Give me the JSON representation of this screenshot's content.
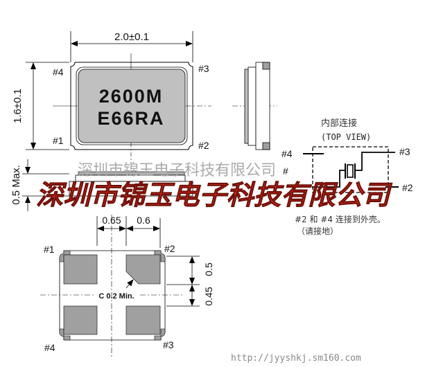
{
  "top_view": {
    "width_dim": "2.0±0.1",
    "height_dim": "1.6±0.1",
    "marking_line1": "2600M",
    "marking_line2": "E66RA",
    "pins": {
      "p1": "#1",
      "p2": "#2",
      "p3": "#3",
      "p4": "#4"
    }
  },
  "side_view": {
    "height_dim": "0.5 Max."
  },
  "internal_connection": {
    "title": "内部连接",
    "subtitle": "(TOP VIEW)",
    "pin4": "#4",
    "pin3": "#3",
    "pin2": "#2",
    "pin_hidden": "#",
    "note_line1": "#2 和 #4 连接到外壳。",
    "note_line2": "（请接地）"
  },
  "footprint": {
    "dim_a": "0.65",
    "dim_b": "0.6",
    "dim_c": "0.5",
    "dim_d": "0.45",
    "chamfer_note": "C 0.2 Min.",
    "pins": {
      "p1": "#1",
      "p2": "#2",
      "p3": "#3",
      "p4": "#4"
    }
  },
  "watermark": {
    "company": "深圳市锦玉电子科技有限公司",
    "company_ghost": "深圳市锦玉电子科技有限公司",
    "url": "http://jyyshkj.sm160.com"
  },
  "colors": {
    "pad_gray": "#a0a0a0",
    "lid_gray": "#c0c0c0",
    "watermark_red": "#d42a1a"
  }
}
